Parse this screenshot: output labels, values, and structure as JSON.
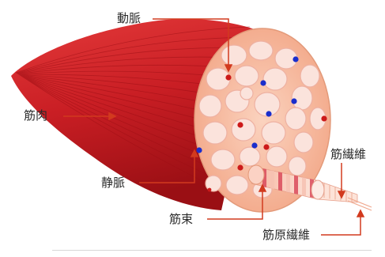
{
  "diagram": {
    "labels": {
      "artery": "動脈",
      "muscle": "筋肉",
      "vein": "静脈",
      "fascicle": "筋束",
      "fiber": "筋繊維",
      "myofibril": "筋原繊維"
    },
    "colors": {
      "muscle_dark": "#b0141a",
      "muscle_mid": "#d8262c",
      "muscle_light": "#ec4a4a",
      "cross_section": "#f6b79c",
      "fascicle_fill": "#fbe1dc",
      "fascicle_stroke": "#eeb4a8",
      "artery_dot": "#cc1a1a",
      "vein_dot": "#1a2ecc",
      "pointer": "#d23a1e",
      "label_text": "#2a2a2a"
    }
  }
}
